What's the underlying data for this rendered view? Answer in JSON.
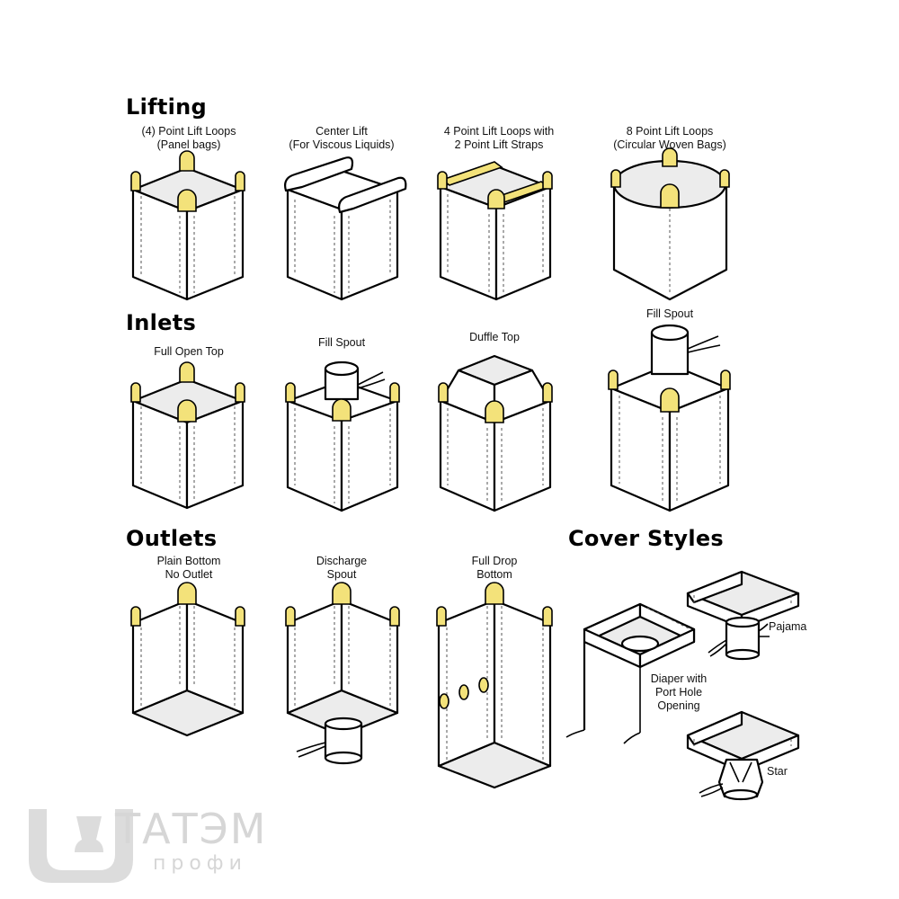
{
  "sections": {
    "lifting": "Lifting",
    "inlets": "Inlets",
    "outlets": "Outlets",
    "cover_styles": "Cover Styles"
  },
  "captions": {
    "four_point": "(4) Point Lift Loops\n(Panel bags)",
    "center_lift": "Center Lift\n(For Viscous Liquids)",
    "four_point_straps": "4 Point Lift Loops with\n2 Point Lift Straps",
    "eight_point": "8 Point Lift Loops\n(Circular Woven Bags)",
    "full_open_top": "Full Open Top",
    "fill_spout": "Fill Spout",
    "duffle_top": "Duffle Top",
    "fill_spout_2": "Fill Spout",
    "plain_bottom": "Plain Bottom\nNo Outlet",
    "discharge_spout": "Discharge\nSpout",
    "full_drop_bottom": "Full Drop\nBottom",
    "pajama": "Pajama",
    "diaper": "Diaper with\nPort Hole\nOpening",
    "star": "Star"
  },
  "watermark": {
    "brand": "ТАТЭМ",
    "sub": "профи"
  },
  "colors": {
    "loop": "#f3e27a",
    "fill": "#ececec",
    "line": "#000000"
  }
}
